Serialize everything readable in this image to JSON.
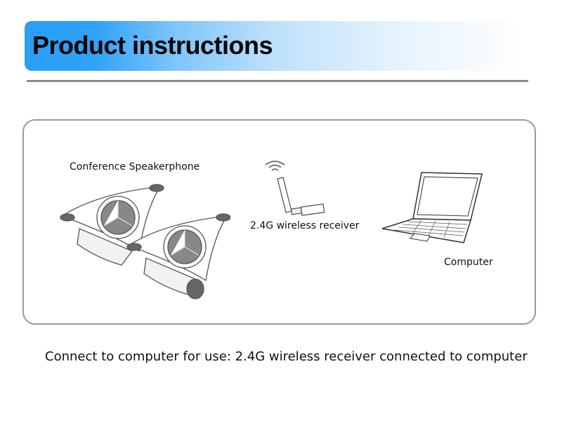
{
  "header": {
    "title": "Product instructions",
    "accent_color": "#2a9ff5"
  },
  "diagram": {
    "speakerphone_label": "Conference Speakerphone",
    "receiver_label": "2.4G wireless receiver",
    "computer_label": "Computer"
  },
  "caption": "Connect to computer for use: 2.4G wireless receiver connected to computer"
}
